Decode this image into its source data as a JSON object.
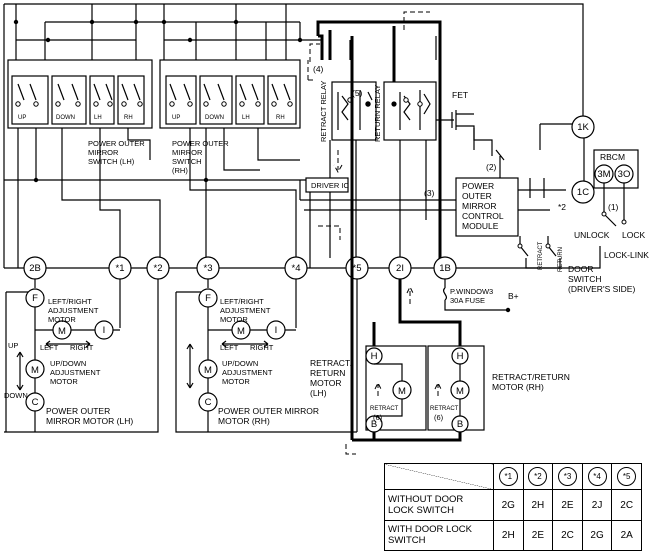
{
  "switch_lh": {
    "caption": "POWER OUTER MIRROR SWITCH (LH)",
    "caption_lines": [
      "POWER OUTER",
      "MIRROR",
      "SWITCH (LH)"
    ],
    "labels": [
      "UP",
      "DOWN",
      "LH",
      "RH"
    ]
  },
  "switch_rh": {
    "caption": "POWER OUTER MIRROR SWITCH (RH)",
    "caption_lines": [
      "POWER OUTER",
      "MIRROR",
      "SWITCH",
      "(RH)"
    ],
    "labels": [
      "UP",
      "DOWN",
      "LH",
      "RH"
    ]
  },
  "relays": {
    "retract": "RETRACT RELAY",
    "return": "RETURN RELAY",
    "fet": "FET",
    "driver_ic": "DRIVER IC",
    "step_4": "(4)",
    "step_5": "(5)"
  },
  "module": {
    "lines": [
      "POWER",
      "OUTER",
      "MIRROR",
      "CONTROL",
      "MODULE"
    ],
    "step_3": "(3)",
    "step_2": "(2)",
    "note_2": "*2"
  },
  "rbcm": {
    "title": "RBCM",
    "terminal_3m": "3M",
    "terminal_3o": "3O",
    "terminal_1k": "1K",
    "terminal_1c": "1C",
    "step_1": "(1)",
    "unlock": "UNLOCK",
    "lock": "LOCK",
    "lock_link": "LOCK-LINK",
    "door_switch_lines": [
      "DOOR",
      "SWITCH",
      "(DRIVER'S SIDE)"
    ],
    "retract_label": "RETRACT",
    "return_label": "RETURN"
  },
  "connectors": {
    "c2b": "2B",
    "s1": "*1",
    "s2": "*2",
    "s3": "*3",
    "s4": "*4",
    "s5": "*5",
    "c2i": "2I",
    "c1b": "1B"
  },
  "fuse": {
    "lines": [
      "P.WINDOW3",
      "30A FUSE"
    ],
    "battery": "B+"
  },
  "motor_lh": {
    "terminals": [
      "F",
      "I",
      "C"
    ],
    "adjust_lines": [
      "LEFT/RIGHT",
      "ADJUSTMENT",
      "MOTOR"
    ],
    "left": "LEFT",
    "right": "RIGHT",
    "up": "UP",
    "down": "DOWN",
    "updown_lines": [
      "UP/DOWN",
      "ADJUSTMENT",
      "MOTOR"
    ],
    "caption_lines": [
      "POWER OUTER",
      "MIRROR MOTOR (LH)"
    ]
  },
  "motor_rh": {
    "terminals": [
      "F",
      "I",
      "C"
    ],
    "adjust_lines": [
      "LEFT/RIGHT",
      "ADJUSTMENT",
      "MOTOR"
    ],
    "left": "LEFT",
    "right": "RIGHT",
    "updown_lines": [
      "UP/DOWN",
      "ADJUSTMENT",
      "MOTOR"
    ],
    "caption_lines": [
      "POWER OUTER MIRROR",
      "MOTOR (RH)"
    ]
  },
  "retract_motor_lh": {
    "caption_lines": [
      "RETRACT/",
      "RETURN",
      "MOTOR",
      "(LH)"
    ],
    "terminal_top": "H",
    "terminal_bottom": "B",
    "motor": "M",
    "retract": "RETRACT",
    "step": "(6)"
  },
  "retract_motor_rh": {
    "caption_lines": [
      "RETRACT/RETURN",
      "MOTOR (RH)"
    ],
    "terminal_top": "H",
    "terminal_bottom": "B",
    "motor": "M",
    "retract": "RETRACT",
    "step": "(6)"
  },
  "motor_symbol": "M",
  "table": {
    "headers": [
      "*1",
      "*2",
      "*3",
      "*4",
      "*5"
    ],
    "rows": [
      {
        "label_lines": [
          "WITHOUT DOOR",
          "LOCK SWITCH"
        ],
        "values": [
          "2G",
          "2H",
          "2E",
          "2J",
          "2C"
        ]
      },
      {
        "label_lines": [
          "WITH DOOR LOCK",
          "SWITCH"
        ],
        "values": [
          "2H",
          "2E",
          "2C",
          "2G",
          "2A"
        ]
      }
    ]
  }
}
